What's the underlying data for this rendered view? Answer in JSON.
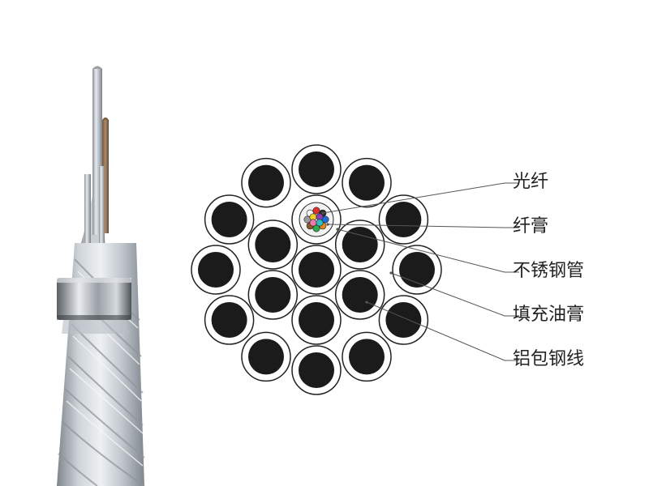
{
  "diagram": {
    "labels": [
      {
        "id": "optical-fiber",
        "text": "光纤"
      },
      {
        "id": "fiber-paste",
        "text": "纤膏"
      },
      {
        "id": "stainless-steel-tube",
        "text": "不锈钢管"
      },
      {
        "id": "filling-grease",
        "text": "填充油膏"
      },
      {
        "id": "aluminum-clad-steel-wire",
        "text": "铝包钢线"
      }
    ],
    "fiber_colors": [
      "#1f6fd6",
      "#e08a1e",
      "#2fa84f",
      "#8a5a2b",
      "#9a9a9a",
      "#f2f2f2",
      "#e03030",
      "#2a2a2a",
      "#f0d020",
      "#8a3fb8",
      "#f07ab0",
      "#30c0c0"
    ],
    "colors": {
      "wire_core": "#1b1b1b",
      "wire_cladding": "#ffffff",
      "outline": "#222222",
      "tube_fill": "#f2f2f2",
      "leader_line": "#555555",
      "label_text": "#222222"
    }
  }
}
